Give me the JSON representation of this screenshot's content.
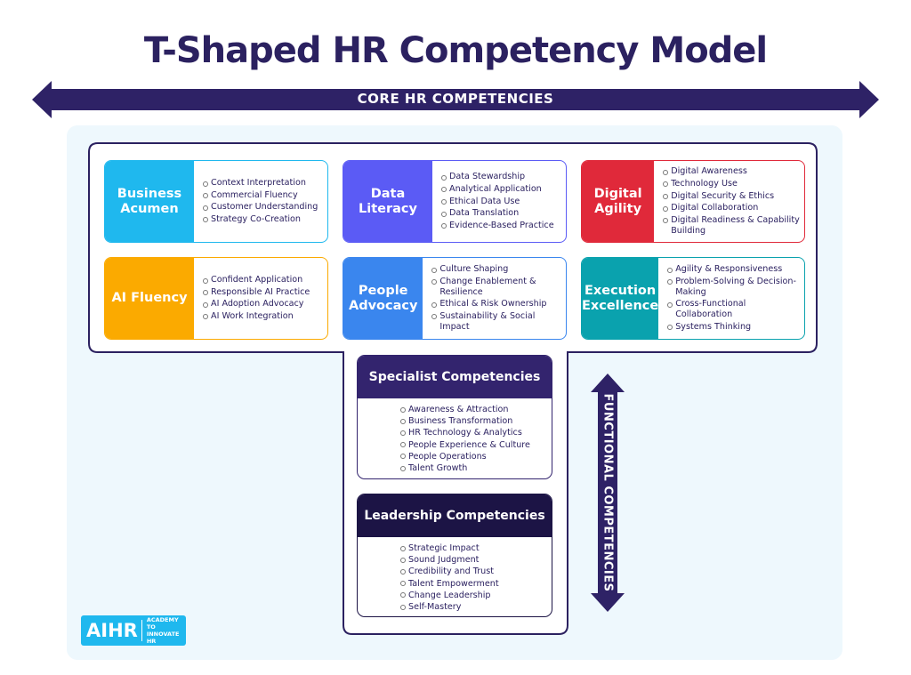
{
  "title": "T-Shaped HR Competency Model",
  "core_label": "CORE HR COMPETENCIES",
  "functional_label": "FUNCTIONAL COMPETENCIES",
  "colors": {
    "primary": "#2b2160",
    "panel": "#eef8fd",
    "business": "#1fb8ee",
    "data": "#5b5bf5",
    "digital": "#e0293a",
    "ai": "#fbaa00",
    "people": "#3a86ee",
    "execution": "#0aa2ae",
    "specialist": "#33246e",
    "leadership": "#1c1445"
  },
  "core": [
    {
      "title": "Business Acumen",
      "items": [
        "Context Interpretation",
        "Commercial Fluency",
        "Customer Understanding",
        "Strategy Co-Creation"
      ]
    },
    {
      "title": "Data Literacy",
      "items": [
        "Data Stewardship",
        "Analytical Application",
        "Ethical Data Use",
        "Data Translation",
        "Evidence-Based Practice"
      ]
    },
    {
      "title": "Digital Agility",
      "items": [
        "Digital Awareness",
        "Technology Use",
        "Digital Security & Ethics",
        "Digital Collaboration",
        "Digital Readiness & Capability Building"
      ]
    },
    {
      "title": "AI Fluency",
      "items": [
        "Confident Application",
        "Responsible AI Practice",
        "AI Adoption Advocacy",
        "AI Work Integration"
      ]
    },
    {
      "title": "People Advocacy",
      "items": [
        "Culture Shaping",
        "Change Enablement & Resilience",
        "Ethical & Risk Ownership",
        "Sustainability & Social Impact"
      ]
    },
    {
      "title": "Execution Excellence",
      "items": [
        "Agility & Responsiveness",
        "Problem-Solving & Decision-Making",
        "Cross-Functional Collaboration",
        "Systems Thinking"
      ]
    }
  ],
  "specialist": {
    "title": "Specialist Competencies",
    "items": [
      "Awareness & Attraction",
      "Business Transformation",
      "HR Technology & Analytics",
      "People Experience & Culture",
      "People Operations",
      "Talent Growth"
    ]
  },
  "leadership": {
    "title": "Leadership Competencies",
    "items": [
      "Strategic Impact",
      "Sound Judgment",
      "Credibility and Trust",
      "Talent Empowerment",
      "Change Leadership",
      "Self-Mastery"
    ]
  },
  "logo": {
    "brand": "AIHR",
    "tagline": "ACADEMY TO INNOVATE HR"
  }
}
